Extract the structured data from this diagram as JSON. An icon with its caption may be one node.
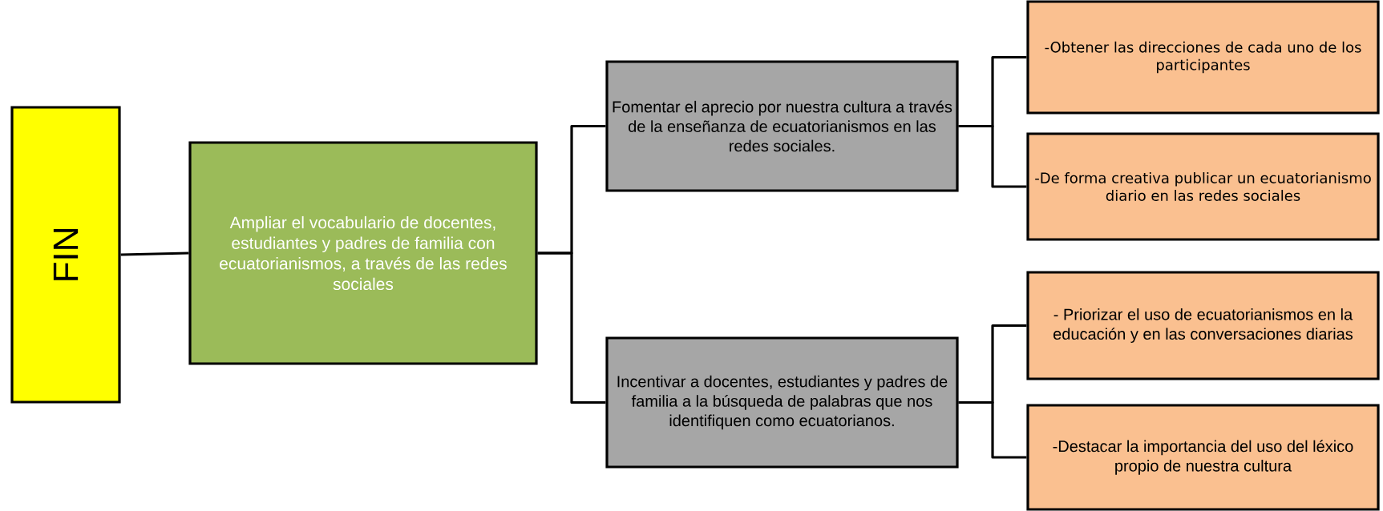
{
  "diagram": {
    "nodes": [
      {
        "text": [
          "FIN"
        ]
      },
      {
        "text": [
          "Ampliar el vocabulario de docentes, estudiantes y padres de familia con ecuatorianismos, a través de las redes sociales"
        ]
      },
      {
        "text": [
          "Fomentar el aprecio por nuestra cultura a través de la enseñanza de ecuatorianismos en las redes sociales."
        ]
      },
      {
        "text": [
          "-Obtener las direcciones de cada uno de los participantes"
        ]
      },
      {
        "text": [
          "-De forma creativa publicar un ecuatorianismo diario en las redes sociales"
        ]
      },
      {
        "text": [
          "Incentivar  a docentes, estudiantes y padres de familia a la búsqueda de palabras que nos identifiquen como ecuatorianos."
        ]
      },
      {
        "text": [
          "- Priorizar el uso de ecuatorianismos en la educación y en las conversaciones diarias"
        ]
      },
      {
        "text": [
          "-Destacar la importancia del uso del léxico propio de nuestra cultura"
        ]
      }
    ],
    "edges": [
      {
        "from": 0,
        "to": 1,
        "arrow": "none"
      },
      {
        "from": 1,
        "to": 2,
        "arrow": "none"
      },
      {
        "from": 1,
        "to": 5,
        "arrow": "none"
      },
      {
        "from": 2,
        "to": 3,
        "arrow": "none"
      },
      {
        "from": 2,
        "to": 4,
        "arrow": "none"
      },
      {
        "from": 5,
        "to": 6,
        "arrow": "none"
      },
      {
        "from": 5,
        "to": 7,
        "arrow": "none"
      }
    ]
  }
}
